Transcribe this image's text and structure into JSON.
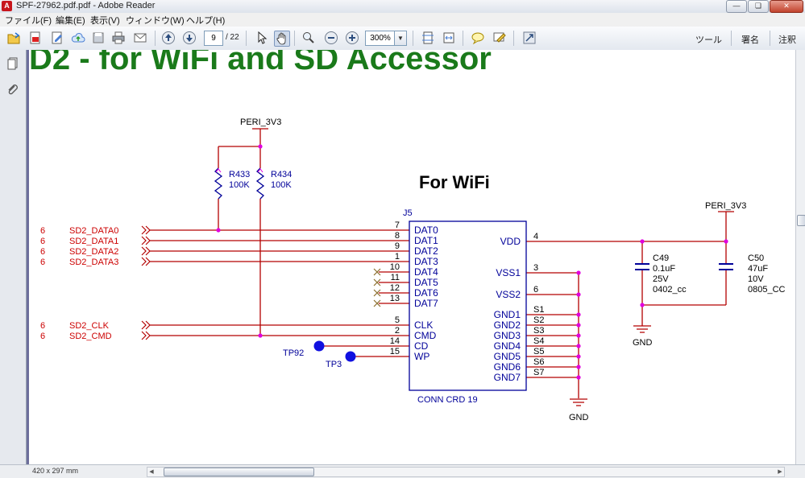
{
  "window": {
    "title": "SPF-27962.pdf.pdf - Adobe Reader",
    "app_icon": "pdf"
  },
  "menu": [
    "ファイル(F)",
    "編集(E)",
    "表示(V)",
    "ウィンドウ(W)",
    "ヘルプ(H)"
  ],
  "toolbar": {
    "page_current": "9",
    "page_total": "/ 22",
    "zoom": "300%",
    "tools_label": "ツール",
    "sign_label": "署名",
    "comment_label": "注釈"
  },
  "status": {
    "page_size": "420 x 297 mm"
  },
  "schematic": {
    "heading": "D2 - for WiFi and SD Accessor",
    "subtitle": "For WiFi",
    "power_label_left": "PERI_3V3",
    "power_label_right": "PERI_3V3",
    "resistors": [
      {
        "ref": "R433",
        "value": "100K"
      },
      {
        "ref": "R434",
        "value": "100K"
      }
    ],
    "connector": {
      "ref": "J5",
      "name": "CONN CRD 19"
    },
    "signals": [
      {
        "page": "6",
        "name": "SD2_DATA0"
      },
      {
        "page": "6",
        "name": "SD2_DATA1"
      },
      {
        "page": "6",
        "name": "SD2_DATA2"
      },
      {
        "page": "6",
        "name": "SD2_DATA3"
      },
      {
        "page": "6",
        "name": "SD2_CLK"
      },
      {
        "page": "6",
        "name": "SD2_CMD"
      }
    ],
    "left_pins": [
      {
        "num": "7",
        "name": "DAT0"
      },
      {
        "num": "8",
        "name": "DAT1"
      },
      {
        "num": "9",
        "name": "DAT2"
      },
      {
        "num": "1",
        "name": "DAT3"
      },
      {
        "num": "10",
        "name": "DAT4"
      },
      {
        "num": "11",
        "name": "DAT5"
      },
      {
        "num": "12",
        "name": "DAT6"
      },
      {
        "num": "13",
        "name": "DAT7"
      },
      {
        "num": "5",
        "name": "CLK"
      },
      {
        "num": "2",
        "name": "CMD"
      },
      {
        "num": "14",
        "name": "CD"
      },
      {
        "num": "15",
        "name": "WP"
      }
    ],
    "right_pins": [
      {
        "num": "4",
        "name": "VDD"
      },
      {
        "num": "3",
        "name": "VSS1"
      },
      {
        "num": "6",
        "name": "VSS2"
      },
      {
        "num": "S1",
        "name": "GND1"
      },
      {
        "num": "S2",
        "name": "GND2"
      },
      {
        "num": "S3",
        "name": "GND3"
      },
      {
        "num": "S4",
        "name": "GND4"
      },
      {
        "num": "S5",
        "name": "GND5"
      },
      {
        "num": "S6",
        "name": "GND6"
      },
      {
        "num": "S7",
        "name": "GND7"
      }
    ],
    "test_points": [
      "TP92",
      "TP3"
    ],
    "capacitors": [
      {
        "ref": "C49",
        "value": "0.1uF",
        "voltage": "25V",
        "package": "0402_cc"
      },
      {
        "ref": "C50",
        "value": "47uF",
        "voltage": "10V",
        "package": "0805_CC"
      }
    ],
    "gnd_label": "GND",
    "colors": {
      "wire": "#b30000",
      "part": "#000099",
      "net": "#cc0000",
      "heading": "#1a7a1a",
      "junction": "#e000e0"
    }
  }
}
